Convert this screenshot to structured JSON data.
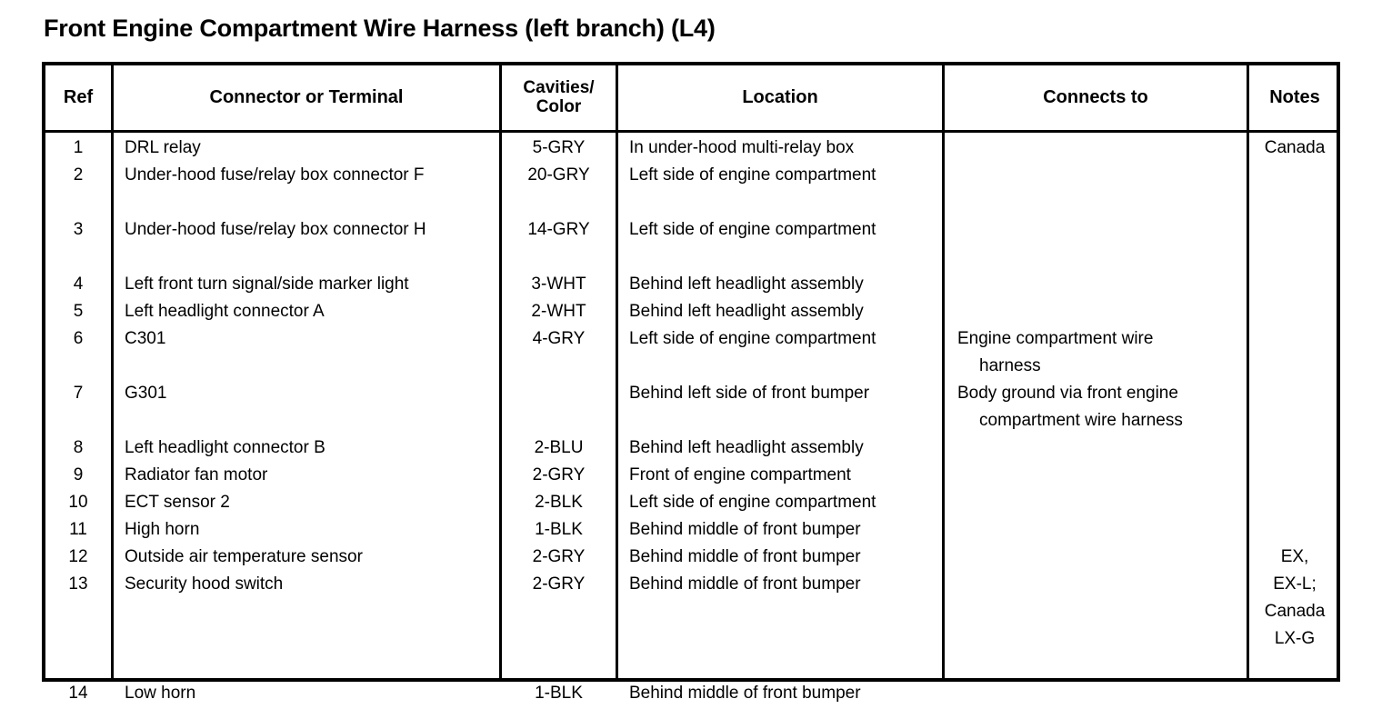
{
  "document": {
    "title": "Front Engine Compartment Wire Harness (left branch) (L4)"
  },
  "table": {
    "headers": {
      "ref": "Ref",
      "connector": "Connector or Terminal",
      "cavities_color": "Cavities/\nColor",
      "cavities_line1": "Cavities/",
      "cavities_line2": "Color",
      "location": "Location",
      "connects_to": "Connects to",
      "notes": "Notes"
    },
    "ref_lines": [
      "1",
      "2",
      "",
      "3",
      "",
      "4",
      "5",
      "6",
      "",
      "7",
      "",
      "8",
      "9",
      "10",
      "11",
      "12",
      "13",
      "",
      "",
      "",
      "14"
    ],
    "connector_lines": [
      "DRL relay",
      "Under-hood fuse/relay box connector F",
      "",
      "Under-hood fuse/relay box connector H",
      "",
      "Left front turn signal/side marker light",
      "Left headlight connector A",
      "C301",
      "",
      "G301",
      "",
      "Left headlight connector B",
      "Radiator fan motor",
      "ECT sensor 2",
      "High horn",
      "Outside air temperature sensor",
      "Security hood switch",
      "",
      "",
      "",
      "Low horn"
    ],
    "cavities_lines": [
      "5-GRY",
      "20-GRY",
      "",
      "14-GRY",
      "",
      "3-WHT",
      "2-WHT",
      "4-GRY",
      "",
      "",
      "",
      "2-BLU",
      "2-GRY",
      "2-BLK",
      "1-BLK",
      "2-GRY",
      "2-GRY",
      "",
      "",
      "",
      "1-BLK"
    ],
    "location_lines": [
      "In under-hood multi-relay box",
      "Left side of engine compartment",
      "",
      "Left side of engine compartment",
      "",
      "Behind left headlight assembly",
      "Behind left headlight assembly",
      "Left side of engine compartment",
      "",
      "Behind left side of front bumper",
      "",
      "Behind left headlight assembly",
      "Front of engine compartment",
      "Left side of engine compartment",
      "Behind middle of front bumper",
      "Behind middle of front bumper",
      "Behind middle of front bumper",
      "",
      "",
      "",
      "Behind middle of front bumper"
    ],
    "connects_to_lines": [
      {
        "text": "",
        "indent": false
      },
      {
        "text": "",
        "indent": false
      },
      {
        "text": "",
        "indent": false
      },
      {
        "text": "",
        "indent": false
      },
      {
        "text": "",
        "indent": false
      },
      {
        "text": "",
        "indent": false
      },
      {
        "text": "",
        "indent": false
      },
      {
        "text": "Engine compartment wire",
        "indent": false
      },
      {
        "text": "harness",
        "indent": true
      },
      {
        "text": "Body ground via front engine",
        "indent": false
      },
      {
        "text": "compartment wire harness",
        "indent": true
      },
      {
        "text": "",
        "indent": false
      },
      {
        "text": "",
        "indent": false
      },
      {
        "text": "",
        "indent": false
      },
      {
        "text": "",
        "indent": false
      },
      {
        "text": "",
        "indent": false
      },
      {
        "text": "",
        "indent": false
      },
      {
        "text": "",
        "indent": false
      },
      {
        "text": "",
        "indent": false
      },
      {
        "text": "",
        "indent": false
      },
      {
        "text": "",
        "indent": false
      }
    ],
    "notes_lines": [
      "Canada",
      "",
      "",
      "",
      "",
      "",
      "",
      "",
      "",
      "",
      "",
      "",
      "",
      "",
      "",
      "EX,",
      "EX-L;",
      "Canada",
      "LX-G",
      "",
      ""
    ],
    "entries": [
      {
        "ref": "1",
        "connector": "DRL relay",
        "cavities": "5-GRY",
        "location": "In under-hood multi-relay box",
        "connects_to": "",
        "notes": "Canada"
      },
      {
        "ref": "2",
        "connector": "Under-hood fuse/relay box connector F",
        "cavities": "20-GRY",
        "location": "Left side of engine compartment",
        "connects_to": "",
        "notes": ""
      },
      {
        "ref": "3",
        "connector": "Under-hood fuse/relay box connector H",
        "cavities": "14-GRY",
        "location": "Left side of engine compartment",
        "connects_to": "",
        "notes": ""
      },
      {
        "ref": "4",
        "connector": "Left front turn signal/side marker light",
        "cavities": "3-WHT",
        "location": "Behind left headlight assembly",
        "connects_to": "",
        "notes": ""
      },
      {
        "ref": "5",
        "connector": "Left headlight connector A",
        "cavities": "2-WHT",
        "location": "Behind left headlight assembly",
        "connects_to": "",
        "notes": ""
      },
      {
        "ref": "6",
        "connector": "C301",
        "cavities": "4-GRY",
        "location": "Left side of engine compartment",
        "connects_to": "Engine compartment wire harness",
        "notes": ""
      },
      {
        "ref": "7",
        "connector": "G301",
        "cavities": "",
        "location": "Behind left side of front bumper",
        "connects_to": "Body ground via front engine compartment wire harness",
        "notes": ""
      },
      {
        "ref": "8",
        "connector": "Left headlight connector B",
        "cavities": "2-BLU",
        "location": "Behind left headlight assembly",
        "connects_to": "",
        "notes": ""
      },
      {
        "ref": "9",
        "connector": "Radiator fan motor",
        "cavities": "2-GRY",
        "location": "Front of engine compartment",
        "connects_to": "",
        "notes": ""
      },
      {
        "ref": "10",
        "connector": "ECT sensor 2",
        "cavities": "2-BLK",
        "location": "Left side of engine compartment",
        "connects_to": "",
        "notes": ""
      },
      {
        "ref": "11",
        "connector": "High horn",
        "cavities": "1-BLK",
        "location": "Behind middle of front bumper",
        "connects_to": "",
        "notes": ""
      },
      {
        "ref": "12",
        "connector": "Outside air temperature sensor",
        "cavities": "2-GRY",
        "location": "Behind middle of front bumper",
        "connects_to": "",
        "notes": ""
      },
      {
        "ref": "13",
        "connector": "Security hood switch",
        "cavities": "2-GRY",
        "location": "Behind middle of front bumper",
        "connects_to": "",
        "notes": "EX, EX-L; Canada LX-G"
      },
      {
        "ref": "14",
        "connector": "Low horn",
        "cavities": "1-BLK",
        "location": "Behind middle of front bumper",
        "connects_to": "",
        "notes": ""
      }
    ]
  }
}
